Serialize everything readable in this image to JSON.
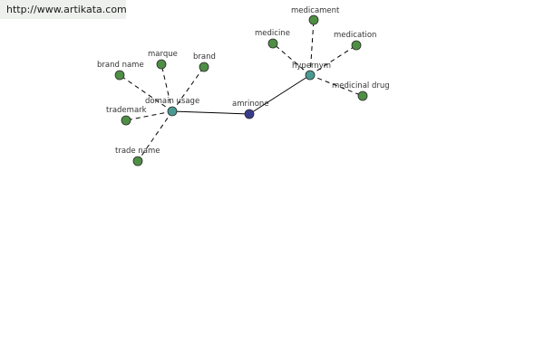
{
  "site": {
    "url": "http://www.artikata.com"
  },
  "colors": {
    "leaf": "#4f8f45",
    "hub": "#4a9a94",
    "root": "#3a3a8c",
    "edge": "#000000"
  },
  "graph": {
    "nodes": [
      {
        "id": "amrinone",
        "label": "amrinone",
        "kind": "root"
      },
      {
        "id": "domain-usage",
        "label": "domain usage",
        "kind": "hub"
      },
      {
        "id": "hypernym",
        "label": "hypernym",
        "kind": "hub"
      },
      {
        "id": "brand-name",
        "label": "brand name",
        "kind": "leaf"
      },
      {
        "id": "marque",
        "label": "marque",
        "kind": "leaf"
      },
      {
        "id": "brand",
        "label": "brand",
        "kind": "leaf"
      },
      {
        "id": "trademark",
        "label": "trademark",
        "kind": "leaf"
      },
      {
        "id": "trade-name",
        "label": "trade name",
        "kind": "leaf"
      },
      {
        "id": "medicine",
        "label": "medicine",
        "kind": "leaf"
      },
      {
        "id": "medicament",
        "label": "medicament",
        "kind": "leaf"
      },
      {
        "id": "medication",
        "label": "medication",
        "kind": "leaf"
      },
      {
        "id": "medicinal-drug",
        "label": "medicinal drug",
        "kind": "leaf"
      }
    ],
    "edges": [
      {
        "from": "amrinone",
        "to": "domain-usage",
        "style": "solid"
      },
      {
        "from": "amrinone",
        "to": "hypernym",
        "style": "solid"
      },
      {
        "from": "domain-usage",
        "to": "brand-name",
        "style": "dashed"
      },
      {
        "from": "domain-usage",
        "to": "marque",
        "style": "dashed"
      },
      {
        "from": "domain-usage",
        "to": "brand",
        "style": "dashed"
      },
      {
        "from": "domain-usage",
        "to": "trademark",
        "style": "dashed"
      },
      {
        "from": "domain-usage",
        "to": "trade-name",
        "style": "dashed"
      },
      {
        "from": "hypernym",
        "to": "medicine",
        "style": "dashed"
      },
      {
        "from": "hypernym",
        "to": "medicament",
        "style": "dashed"
      },
      {
        "from": "hypernym",
        "to": "medication",
        "style": "dashed"
      },
      {
        "from": "hypernym",
        "to": "medicinal-drug",
        "style": "dashed"
      }
    ]
  }
}
